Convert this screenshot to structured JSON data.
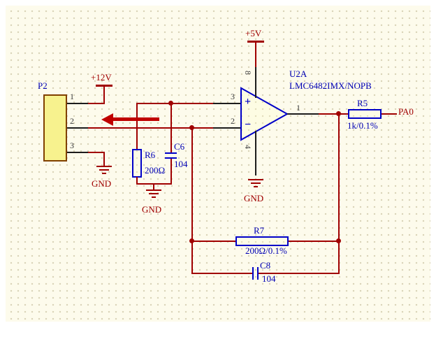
{
  "colors": {
    "wire": "#A00000",
    "component_outline": "#0000C8",
    "label_blue": "#0000B4",
    "power_red": "#A00000",
    "pin_black": "#1C1C1C",
    "connector_fill": "#F7F28E",
    "sheet_background": "#FDFBEC",
    "annotation_arrow": "#C00000"
  },
  "connector": {
    "designator": "P2",
    "pin1": "1",
    "pin2": "2",
    "pin3": "3"
  },
  "power_ports": {
    "v12": "+12V",
    "v5": "+5V",
    "gnd_left": "GND",
    "gnd_mid": "GND",
    "gnd_opamp": "GND"
  },
  "opamp": {
    "designator": "U2A",
    "part_number": "LMC6482IMX/NOPB",
    "noninverting_sign": "+",
    "inverting_sign": "−",
    "pin_noninverting": "3",
    "pin_inverting": "2",
    "pin_output": "1",
    "pin_vplus": "8",
    "pin_vminus": "4"
  },
  "resistors": {
    "R5": {
      "designator": "R5",
      "value": "1k/0.1%"
    },
    "R6": {
      "designator": "R6",
      "value": "200Ω"
    },
    "R7": {
      "designator": "R7",
      "value": "200Ω/0.1%"
    }
  },
  "capacitors": {
    "C6": {
      "designator": "C6",
      "value": "104"
    },
    "C8": {
      "designator": "C8",
      "value": "104"
    }
  },
  "net_labels": {
    "output": "PA0"
  }
}
